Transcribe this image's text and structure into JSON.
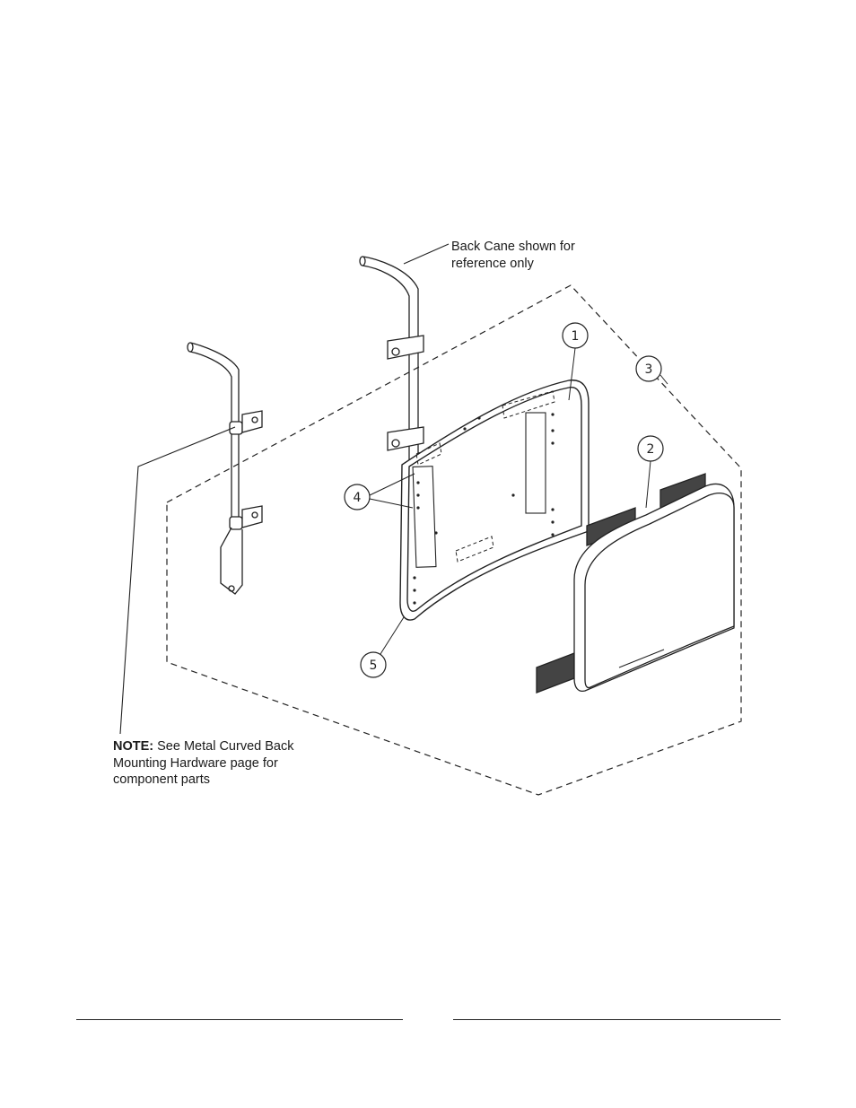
{
  "annotations": {
    "back_cane_line1": "Back Cane shown for",
    "back_cane_line2": "reference only",
    "note_label": "NOTE:",
    "note_line1_rest": " See Metal Curved Back",
    "note_line2": "Mounting Hardware page for",
    "note_line3": "component parts"
  },
  "callouts": [
    "1",
    "2",
    "3",
    "4",
    "5"
  ],
  "colors": {
    "line": "#222222",
    "background": "#ffffff"
  }
}
